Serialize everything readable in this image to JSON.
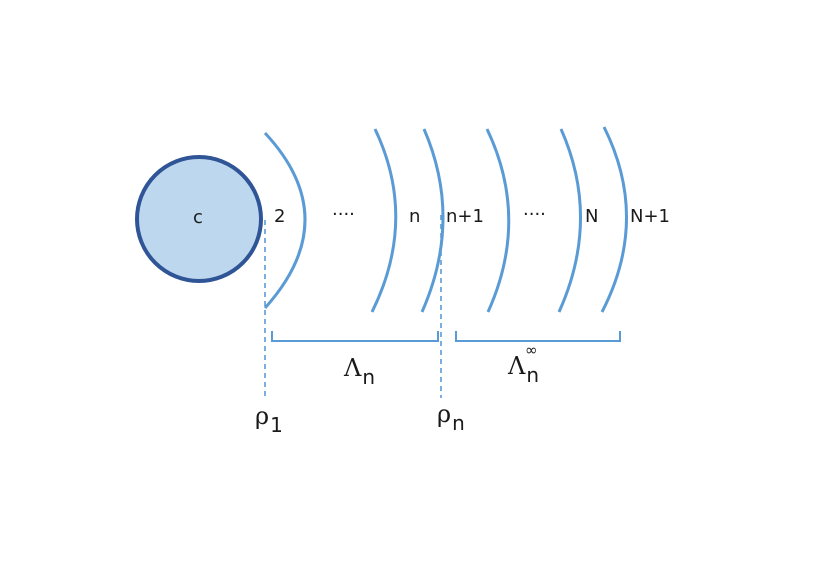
{
  "colors": {
    "stroke": "#5b9bd5",
    "core_fill": "#bdd7ee",
    "core_stroke": "#2f5597",
    "text": "#1a1a1a"
  },
  "core": {
    "label": "c"
  },
  "regions": {
    "r2": "2",
    "dots1": "····",
    "rn": "n",
    "rn1": "n+1",
    "dots2": "····",
    "rN": "N",
    "rN1": "N+1"
  },
  "symbols": {
    "lambda_n": {
      "base": "Λ",
      "sub": "n"
    },
    "lambda_n_inf": {
      "base": "Λ",
      "sup": "∞",
      "sub": "n"
    },
    "rho_1": {
      "base": "ρ",
      "sub": "1"
    },
    "rho_n": {
      "base": "ρ",
      "sub": "n"
    }
  }
}
